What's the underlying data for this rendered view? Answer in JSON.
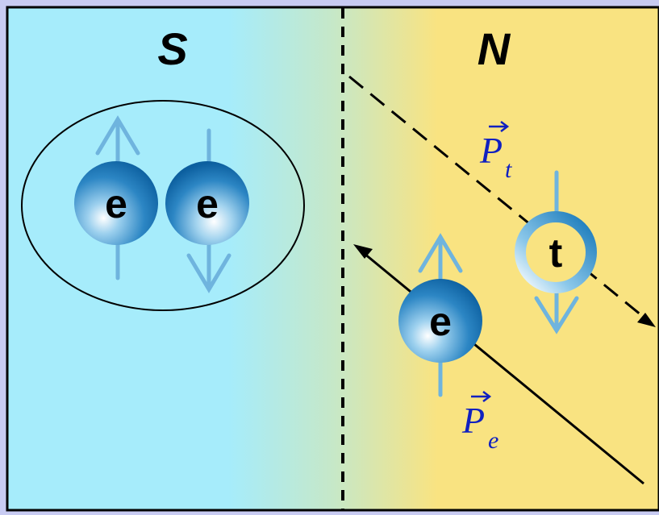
{
  "regions": {
    "superconductor": {
      "label": "S"
    },
    "normal_metal": {
      "label": "N"
    }
  },
  "particles": {
    "cooper_pair_electron_spin_up": {
      "letter": "e"
    },
    "cooper_pair_electron_spin_down": {
      "letter": "e"
    },
    "electron": {
      "letter": "e"
    },
    "hole": {
      "letter": "t"
    }
  },
  "momenta": {
    "hole": {
      "symbol": "P",
      "subscript": "t"
    },
    "electron": {
      "symbol": "P",
      "subscript": "e"
    }
  },
  "colors": {
    "superconductor_fill": "#a6ecfb",
    "normal_metal_fill": "#f9e381",
    "interface_blend": "#c6e8c8",
    "frame_border": "#c8cbf2",
    "spin_arrow": "#6fb4de",
    "particle_blue": "#1a78b8",
    "label_blue": "#1020c0"
  },
  "icons": {
    "spin": "spin-arrow-icon",
    "momentum": "momentum-arrow-icon"
  }
}
